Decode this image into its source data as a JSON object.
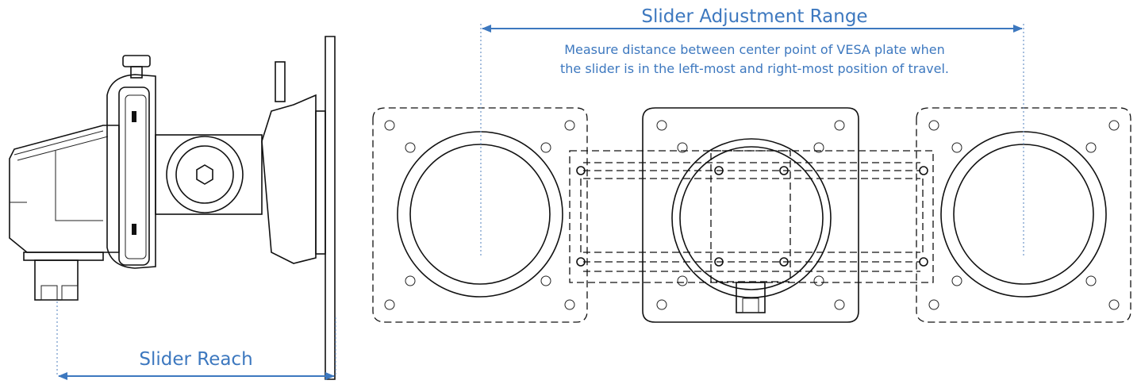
{
  "labels": {
    "range_title": "Slider Adjustment Range",
    "range_note_line1": "Measure distance between center point of VESA plate when",
    "range_note_line2": "the slider is in the left-most and right-most position of travel.",
    "reach_title": "Slider Reach"
  },
  "colors": {
    "annotation": "#3d78bf",
    "guide_dots": "#6d95c8",
    "linework": "#111111"
  }
}
